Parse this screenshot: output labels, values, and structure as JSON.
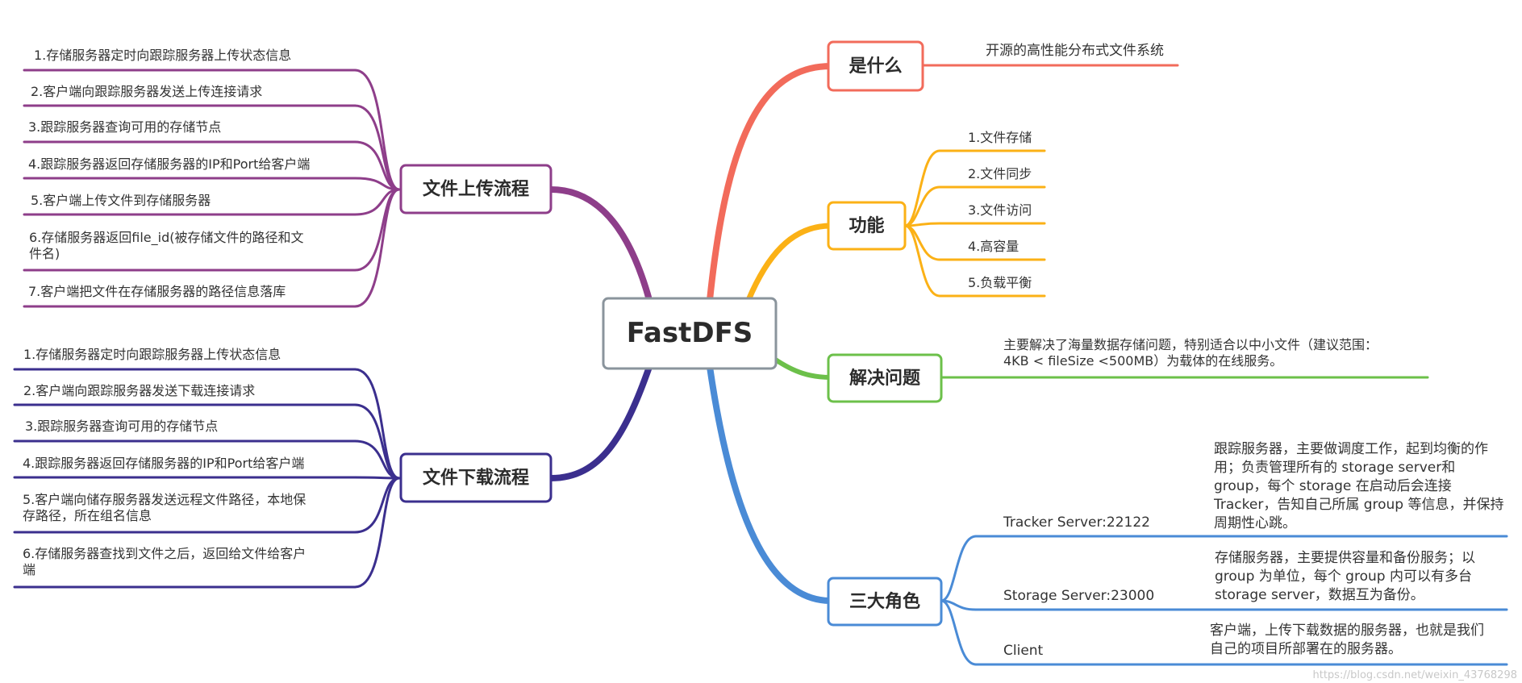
{
  "colors": {
    "what": "#f26b5b",
    "features": "#fbb116",
    "solves": "#6cc04a",
    "roles": "#4a8bd6",
    "upload": "#8e3e8a",
    "download": "#3b2f8e",
    "root_border": "#8a949c",
    "text": "#333333"
  },
  "root": {
    "label": "FastDFS"
  },
  "branches": {
    "what": {
      "label": "是什么",
      "items": [
        "开源的高性能分布式文件系统"
      ]
    },
    "features": {
      "label": "功能",
      "items": [
        "1.文件存储",
        "2.文件同步",
        "3.文件访问",
        "4.高容量",
        "5.负载平衡"
      ]
    },
    "solves": {
      "label": "解决问题",
      "items": [
        [
          "主要解决了海量数据存储问题，特别适合以中小文件（建议范围：",
          "4KB < fileSize <500MB）为载体的在线服务。"
        ]
      ]
    },
    "roles": {
      "label": "三大角色",
      "items": [
        {
          "name": "Tracker Server:22122",
          "desc": [
            "跟踪服务器，主要做调度工作，起到均衡的作",
            "用；负责管理所有的 storage server和",
            "group，每个 storage 在启动后会连接",
            "Tracker，告知自己所属 group 等信息，并保持",
            "周期性心跳。"
          ]
        },
        {
          "name": "Storage Server:23000",
          "desc": [
            "存储服务器，主要提供容量和备份服务；以",
            "group 为单位，每个 group 内可以有多台",
            "storage server，数据互为备份。"
          ]
        },
        {
          "name": "Client",
          "desc": [
            "客户端，上传下载数据的服务器，也就是我们",
            "自己的项目所部署在的服务器。"
          ]
        }
      ]
    },
    "upload": {
      "label": "文件上传流程",
      "items": [
        [
          "1.存储服务器定时向跟踪服务器上传状态信息"
        ],
        [
          "2.客户端向跟踪服务器发送上传连接请求"
        ],
        [
          "3.跟踪服务器查询可用的存储节点"
        ],
        [
          "4.跟踪服务器返回存储服务器的IP和Port给客户端"
        ],
        [
          "5.客户端上传文件到存储服务器"
        ],
        [
          "6.存储服务器返回file_id(被存储文件的路径和文",
          "件名)"
        ],
        [
          "7.客户端把文件在存储服务器的路径信息落库"
        ]
      ]
    },
    "download": {
      "label": "文件下载流程",
      "items": [
        [
          "1.存储服务器定时向跟踪服务器上传状态信息"
        ],
        [
          "2.客户端向跟踪服务器发送下载连接请求"
        ],
        [
          "3.跟踪服务器查询可用的存储节点"
        ],
        [
          "4.跟踪服务器返回存储服务器的IP和Port给客户端"
        ],
        [
          "5.客户端向储存服务器发送远程文件路径，本地保",
          "存路径，所在组名信息"
        ],
        [
          "6.存储服务器查找到文件之后，返回给文件给客户",
          "端"
        ]
      ]
    }
  },
  "watermark": "https://blog.csdn.net/weixin_43768298"
}
